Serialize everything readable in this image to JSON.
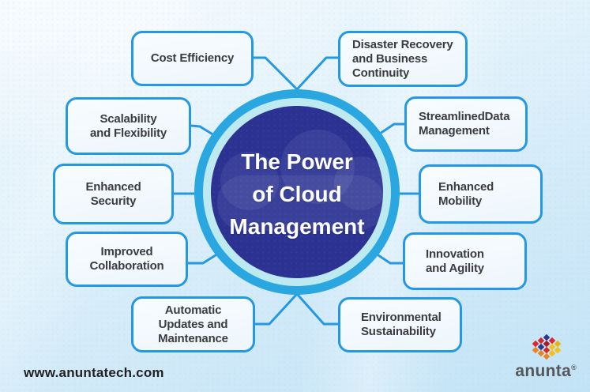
{
  "center": {
    "title": "The Power\nof Cloud\nManagement"
  },
  "boxes": [
    {
      "id": "cost-efficiency",
      "label": "Cost Efficiency"
    },
    {
      "id": "disaster-recovery",
      "label": "Disaster Recovery\nand Business\nContinuity"
    },
    {
      "id": "scalability-flexibility",
      "label": "Scalability\nand Flexibility"
    },
    {
      "id": "enhanced-security",
      "label": "Enhanced\nSecurity"
    },
    {
      "id": "improved-collaboration",
      "label": "Improved\nCollaboration"
    },
    {
      "id": "automatic-updates",
      "label": "Automatic\nUpdates and\nMaintenance"
    },
    {
      "id": "streamlined-data-management",
      "label": "StreamlinedData\nManagement"
    },
    {
      "id": "enhanced-mobility",
      "label": "Enhanced\nMobility"
    },
    {
      "id": "innovation-agility",
      "label": "Innovation\nand Agility"
    },
    {
      "id": "environmental-sustainability",
      "label": "Environmental\nSustainability"
    }
  ],
  "footer": {
    "website": "www.anuntatech.com"
  },
  "logo": {
    "brand": "anunta",
    "registered_mark": "®"
  },
  "colors": {
    "accent_blue": "#2598e4",
    "hub_ring_blue": "#2aa6e0",
    "hub_ring_cyan": "#bdeaf1",
    "hub_navy": "#2b3292",
    "box_text": "#3b3c40",
    "brand_red": "#d7282f",
    "brand_blue": "#2b3990",
    "brand_yellow": "#f3c117",
    "brand_orange": "#ef8220"
  }
}
